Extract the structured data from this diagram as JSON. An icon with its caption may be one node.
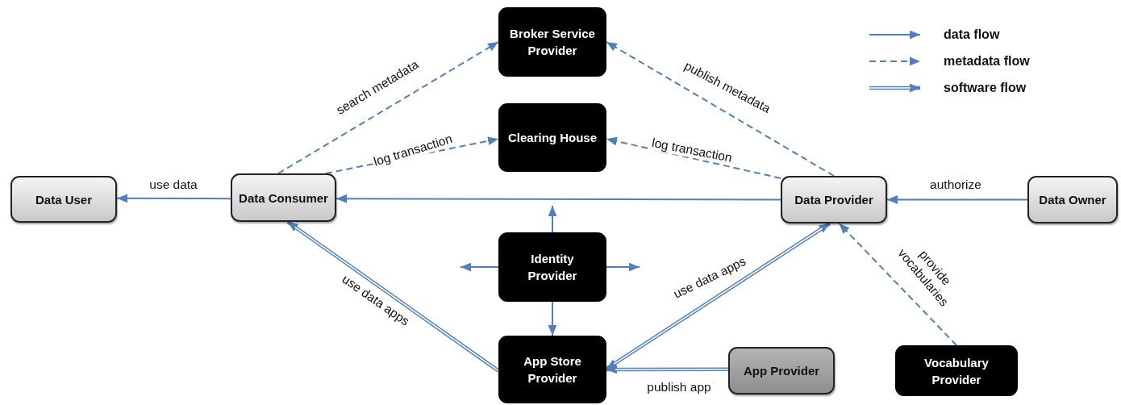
{
  "diagram": {
    "nodes": [
      {
        "text": [
          "Broker Service Provider"
        ]
      },
      {
        "text": [
          "Clearing House"
        ]
      },
      {
        "text": [
          "Data User"
        ]
      },
      {
        "text": [
          "Data Consumer"
        ]
      },
      {
        "text": [
          "Data Provider"
        ]
      },
      {
        "text": [
          "Data Owner"
        ]
      },
      {
        "text": [
          "Identity Provider"
        ]
      },
      {
        "text": [
          "App Store Provider"
        ]
      },
      {
        "text": [
          "App Provider"
        ]
      },
      {
        "text": [
          "Vocabulary Provider"
        ]
      }
    ],
    "edges": [
      {
        "from": 3,
        "to": 0,
        "arrow": "to",
        "label": "search metadata",
        "style": "dashed"
      },
      {
        "from": 3,
        "to": 1,
        "arrow": "to",
        "label": "log transaction",
        "style": "dashed"
      },
      {
        "from": 4,
        "to": 0,
        "arrow": "to",
        "label": "publish metadata",
        "style": "dashed"
      },
      {
        "from": 4,
        "to": 1,
        "arrow": "to",
        "label": "log transaction",
        "style": "dashed"
      },
      {
        "from": 3,
        "to": 2,
        "arrow": "to",
        "label": "use data"
      },
      {
        "from": 4,
        "to": 3,
        "arrow": "to"
      },
      {
        "from": 5,
        "to": 4,
        "arrow": "to",
        "label": "authorize"
      },
      {
        "from": 7,
        "to": 3,
        "arrow": "to",
        "label": "use data apps",
        "style": "thick"
      },
      {
        "from": 7,
        "to": 4,
        "arrow": "both",
        "label": "use data apps",
        "style": "thick"
      },
      {
        "from": 8,
        "to": 7,
        "arrow": "to",
        "label": "publish app",
        "style": "thick"
      },
      {
        "from": 9,
        "to": 4,
        "arrow": "to",
        "label": "provide vocabularies",
        "style": "dashed"
      },
      {
        "from": 6,
        "to": 7,
        "arrow": "to"
      },
      {
        "from": 6,
        "to": null,
        "arrow": "to"
      },
      {
        "from": 6,
        "to": null,
        "arrow": "to"
      },
      {
        "from": 6,
        "to": null,
        "arrow": "to"
      }
    ],
    "legend": [
      {
        "text": "data flow"
      },
      {
        "text": "metadata flow"
      },
      {
        "text": "software flow"
      }
    ]
  }
}
